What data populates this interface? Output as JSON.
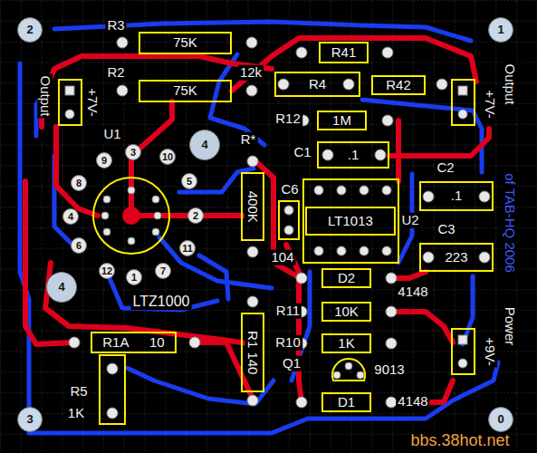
{
  "diagram": {
    "nodes": [
      {
        "text": [
          "2"
        ]
      },
      {
        "text": [
          "75K"
        ]
      },
      {
        "text": [
          "1"
        ]
      },
      {
        "text": [
          "R41"
        ]
      },
      {
        "text": [
          "75K"
        ]
      },
      {
        "text": [
          "R4"
        ]
      },
      {
        "text": [
          "R42"
        ]
      },
      {
        "text": [
          "1M"
        ]
      },
      {
        "text": [
          "3"
        ]
      },
      {
        "text": [
          "4"
        ]
      },
      {
        "text": [
          "9"
        ]
      },
      {
        "text": [
          "10"
        ]
      },
      {
        "text": [
          ".1"
        ]
      },
      {
        "text": [
          "8"
        ]
      },
      {
        "text": [
          "5"
        ]
      },
      {
        "text": [
          "400K"
        ]
      },
      {
        "text": [
          ".1"
        ]
      },
      {
        "text": [
          "4"
        ]
      },
      {
        "text": [
          "2"
        ]
      },
      {
        "text": [
          "LT1013"
        ]
      },
      {
        "text": [
          "6"
        ]
      },
      {
        "text": [
          "11"
        ]
      },
      {
        "text": [
          "223"
        ]
      },
      {
        "text": [
          "12"
        ]
      },
      {
        "text": [
          "1"
        ]
      },
      {
        "text": [
          "7"
        ]
      },
      {
        "text": [
          "4"
        ]
      },
      {
        "text": [
          "D2"
        ]
      },
      {
        "text": [
          "10K"
        ]
      },
      {
        "text": [
          "R1 140"
        ]
      },
      {
        "text": [
          "R1A",
          "10"
        ]
      },
      {
        "text": [
          "1K"
        ]
      },
      {
        "text": [
          "D1"
        ]
      },
      {
        "text": [
          "3"
        ]
      },
      {
        "text": [
          "0"
        ]
      }
    ],
    "labels": [
      "R3",
      "R2",
      "12k",
      "R12",
      "U1",
      "R*",
      "C1",
      "C2",
      "C6",
      "U2",
      "C3",
      "104",
      "4148",
      "LTZ1000",
      "R11",
      "R10",
      "Q1",
      "9013",
      "R5",
      "4148",
      "1K",
      "Output",
      "+7V-",
      "Output",
      "+7V-",
      "of TAB-HQ 2006",
      "Power",
      "+9V-",
      "bbs.38hot.net"
    ]
  }
}
